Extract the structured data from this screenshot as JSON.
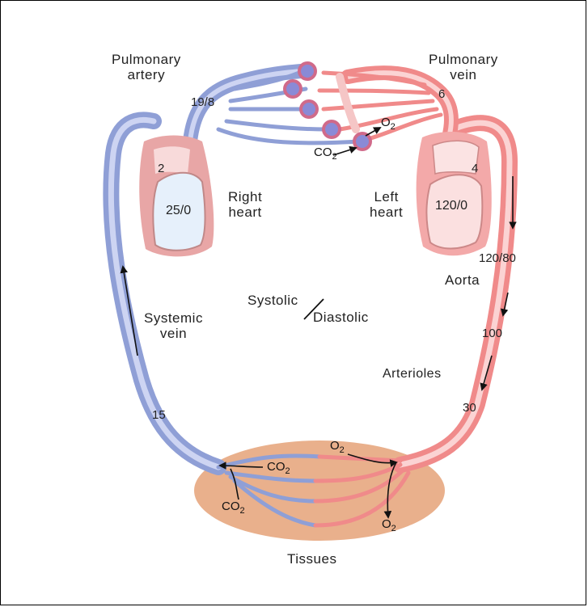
{
  "labels": {
    "pulmonary_artery_line1": "Pulmonary",
    "pulmonary_artery_line2": "artery",
    "pulmonary_vein_line1": "Pulmonary",
    "pulmonary_vein_line2": "vein",
    "right_heart_line1": "Right",
    "right_heart_line2": "heart",
    "left_heart_line1": "Left",
    "left_heart_line2": "heart",
    "systemic_vein_line1": "Systemic",
    "systemic_vein_line2": "vein",
    "systolic": "Systolic",
    "diastolic": "Diastolic",
    "aorta": "Aorta",
    "arterioles": "Arterioles",
    "tissues": "Tissues"
  },
  "pressures": {
    "pulmonary_artery": "19/8",
    "pulmonary_vein": "6",
    "right_atrium": "2",
    "right_ventricle": "25/0",
    "left_atrium": "4",
    "left_ventricle": "120/0",
    "aorta": "120/80",
    "aorta_lower": "100",
    "arterioles": "30",
    "systemic_vein": "15"
  },
  "gases": {
    "lung_o2": "O",
    "lung_co2": "CO",
    "tissue_o2_top": "O",
    "tissue_o2_bottom": "O",
    "tissue_co2_left": "CO",
    "tissue_co2_bottom": "CO",
    "subscript": "2"
  },
  "colors": {
    "venous_blue": "#8f9fd6",
    "arterial_red": "#f08a8a",
    "tissue_bed": "#e9b08c",
    "heart_wall_right": "#e8a6a6",
    "heart_wall_left": "#f3a9a9"
  }
}
